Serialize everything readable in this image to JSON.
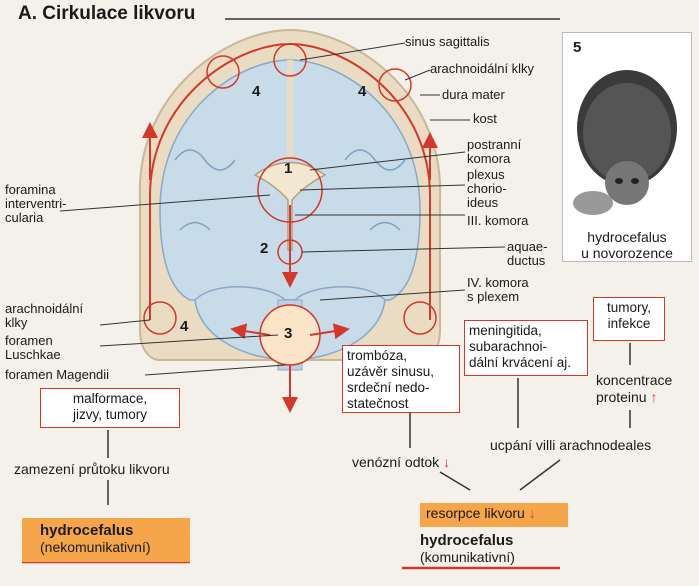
{
  "title": "A. Cirkulace likvoru",
  "labels": {
    "sinus_sagittalis": "sinus sagittalis",
    "arachnoidalni_klky_top": "arachnoidální klky",
    "dura_mater": "dura mater",
    "kost": "kost",
    "postranni_komora_1": "postranní",
    "postranni_komora_2": "komora",
    "plexus_1": "plexus",
    "plexus_2": "chorio-",
    "plexus_3": "ideus",
    "iii_komora": "III. komora",
    "aquaeductus_1": "aquae-",
    "aquaeductus_2": "ductus",
    "iv_komora_1": "IV. komora",
    "iv_komora_2": "s plexem",
    "foramina_1": "foramina",
    "foramina_2": "interventri-",
    "foramina_3": "cularia",
    "arachnoidalni_klky_left_1": "arachnoidální",
    "arachnoidalni_klky_left_2": "klky",
    "foramen_luschkae_1": "foramen",
    "foramen_luschkae_2": "Luschkae",
    "foramen_magendii": "foramen Magendii"
  },
  "numbers": {
    "n1": "1",
    "n2": "2",
    "n3": "3",
    "n4a": "4",
    "n4b": "4",
    "n4c": "4"
  },
  "boxes": {
    "malformace_1": "malformace,",
    "malformace_2": "jizvy, tumory",
    "tromboza_1": "trombóza,",
    "tromboza_2": "uzávěr sinusu,",
    "tromboza_3": "srdeční nedo-",
    "tromboza_4": "statečnost",
    "meningitida_1": "meningitida,",
    "meningitida_2": "subarachnoi-",
    "meningitida_3": "dální krvácení aj.",
    "tumory_1": "tumory,",
    "tumory_2": "infekce"
  },
  "flow": {
    "zamezeni": "zamezení průtoku likvoru",
    "koncentrace_1": "koncentrace",
    "koncentrace_2": "proteinu",
    "venozni": "venózní odtok",
    "ucpani": "ucpání villi arachnodeales",
    "resorpce": "resorpce likvoru",
    "up_arrow": "↑",
    "down_arrow": "↓"
  },
  "results": {
    "left_bold": "hydrocefalus",
    "left_sub": "(nekomunikativní)",
    "right_bold": "hydrocefalus",
    "right_sub": "(komunikativní)"
  },
  "photo": {
    "number": "5",
    "caption_1": "hydrocefalus",
    "caption_2": "u novorozence"
  },
  "colors": {
    "red": "#d2382b",
    "orange": "#f6a64a",
    "bone": "#e9dcc3",
    "brain": "#c8dbe9"
  }
}
